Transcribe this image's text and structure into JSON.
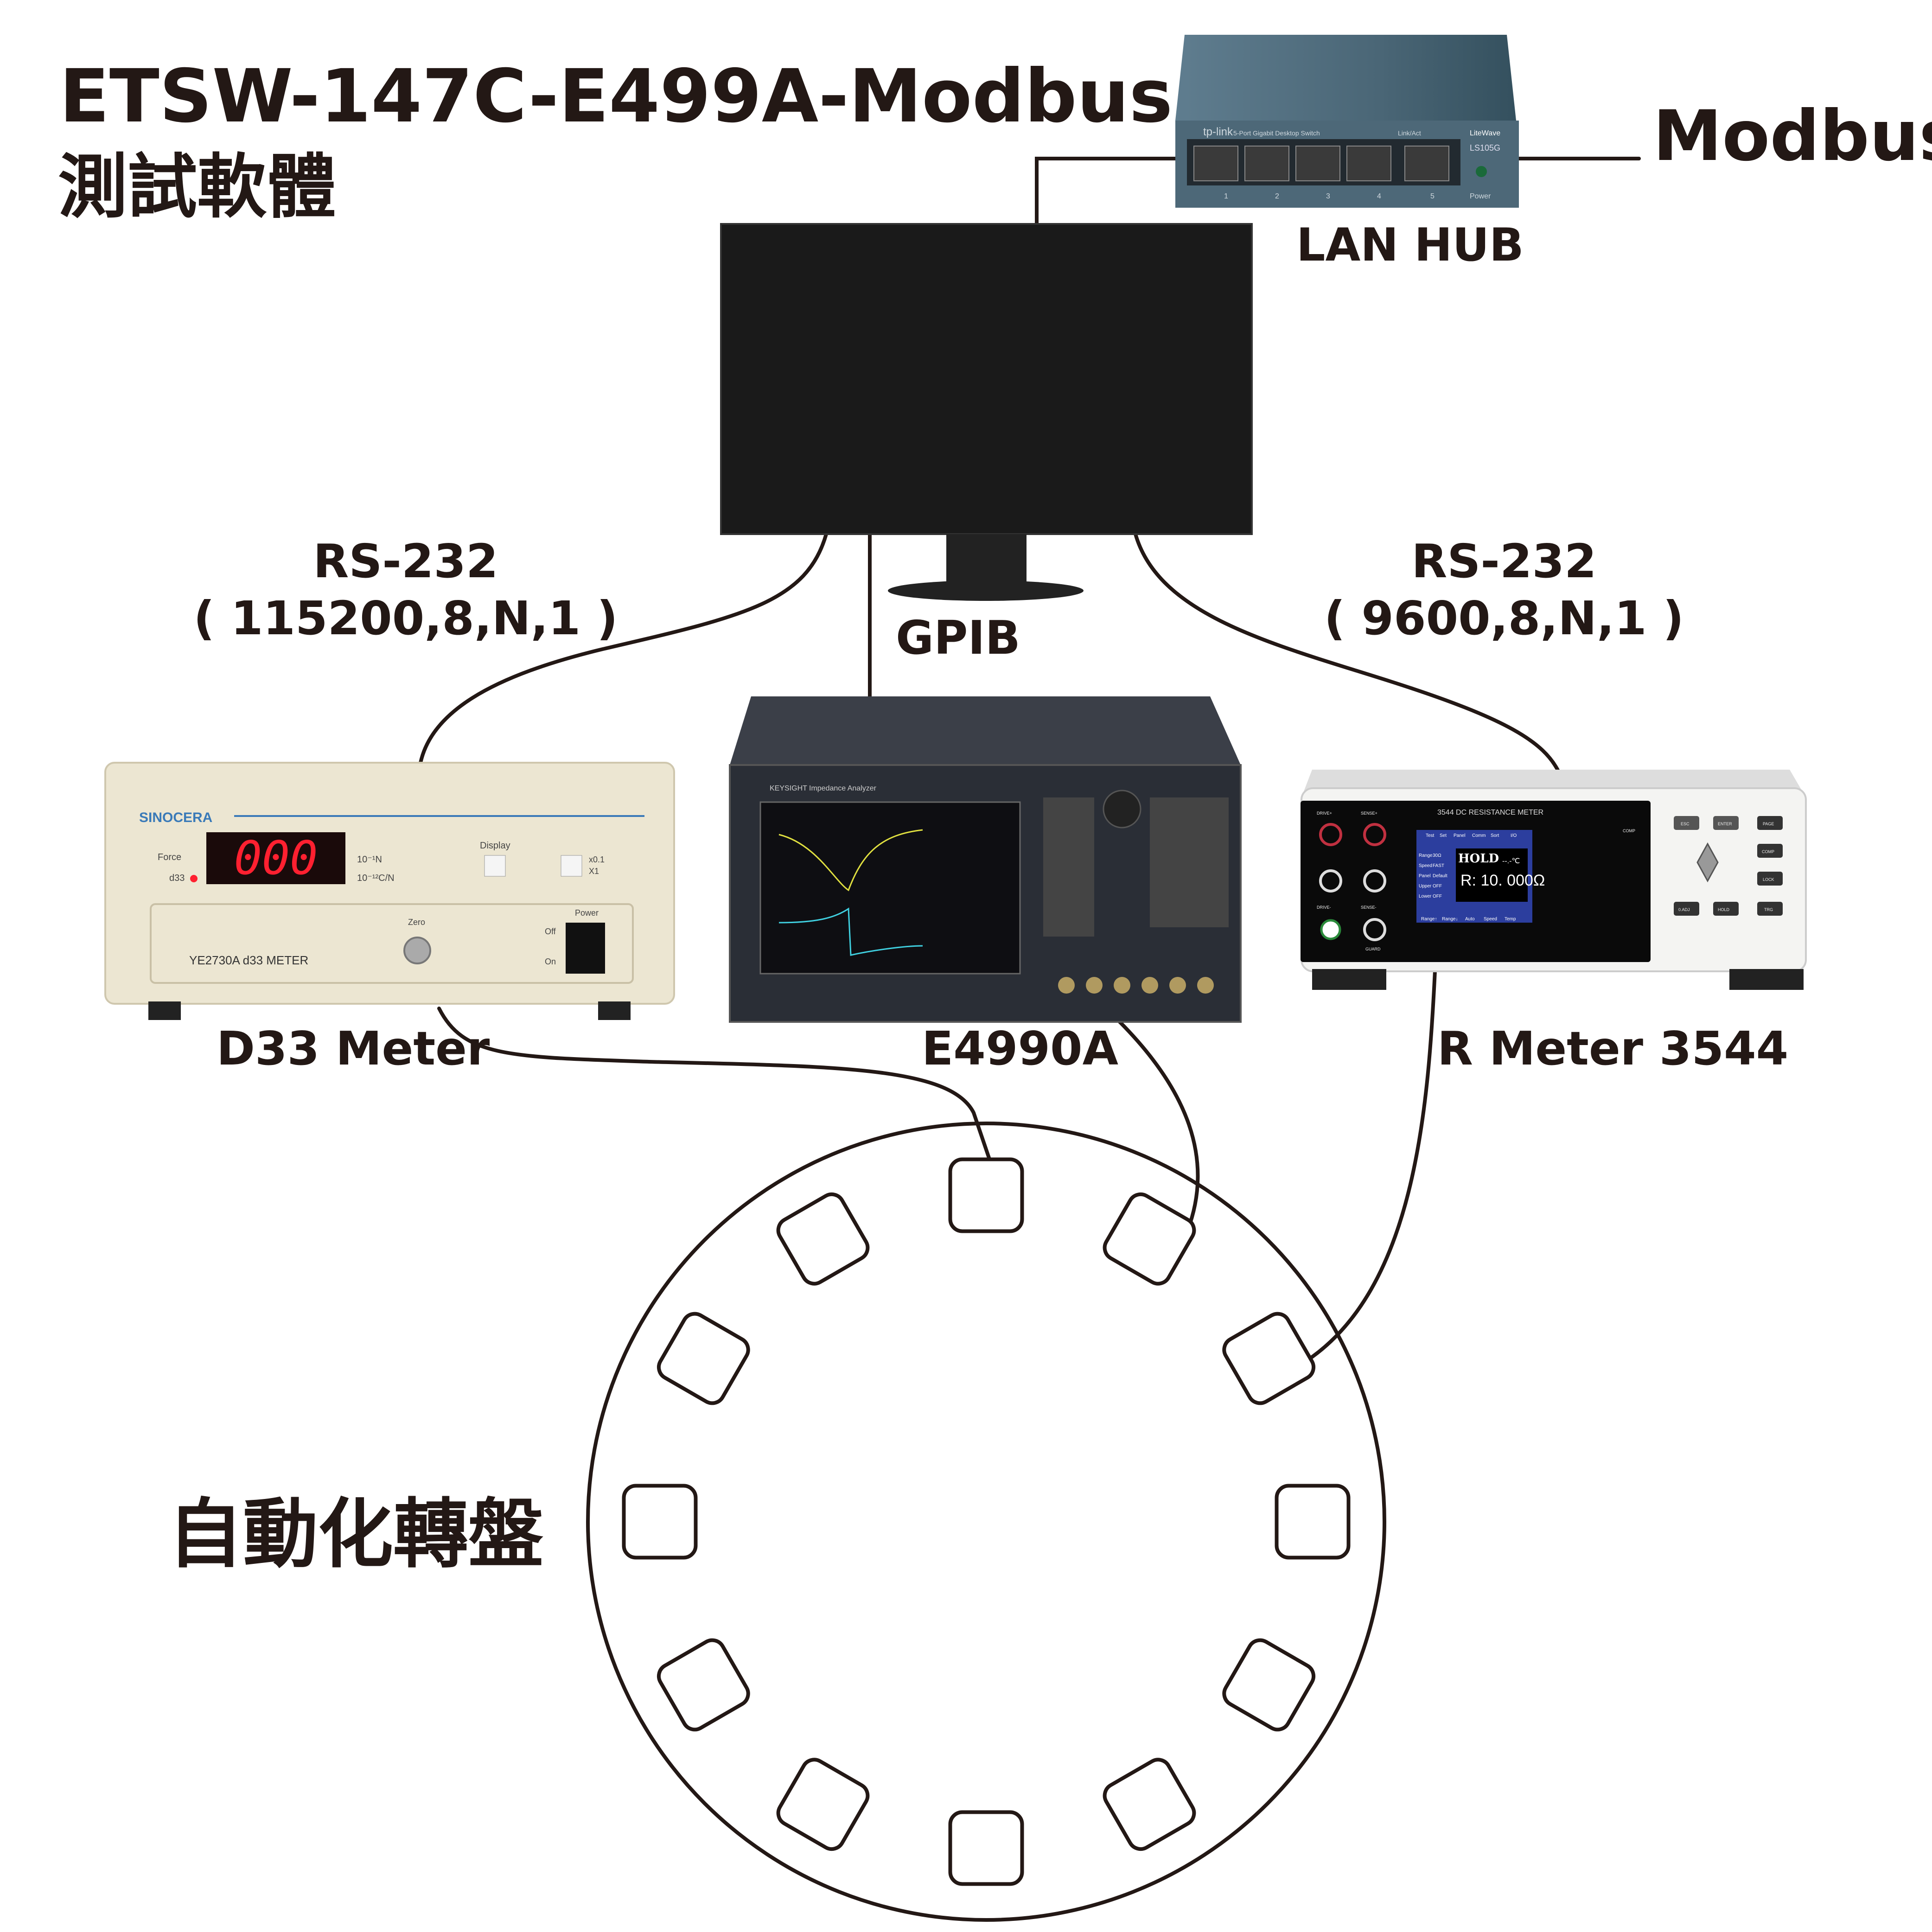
{
  "title": {
    "line1": "ETSW-147C-E499A-Modbus",
    "line2": "測試軟體"
  },
  "labels": {
    "modbus": "Modbus",
    "lan_hub": "LAN HUB",
    "rs232_left": "RS-232",
    "rs232_left_params": "( 115200,8,N,1 )",
    "rs232_right": "RS-232",
    "rs232_right_params": "( 9600,8,N,1 )",
    "gpib": "GPIB",
    "d33_meter": "D33 Meter",
    "e4990a": "E4990A",
    "r_meter": "R Meter 3544",
    "turntable": "自動化轉盤"
  },
  "switch": {
    "brand": "tp-link",
    "desc": "5-Port Gigabit Desktop Switch",
    "link": "Link/Act",
    "series": "LiteWave",
    "model": "LS105G",
    "ports": [
      "1",
      "2",
      "3",
      "4",
      "5"
    ],
    "power": "Power"
  },
  "d33": {
    "brand": "SINOCERA",
    "display": "000",
    "force": "Force",
    "d33": "d33",
    "unit1": "10⁻¹N",
    "unit2": "10⁻¹²C/N",
    "display_label": "Display",
    "x01": "x0.1",
    "x1": "X1",
    "zero": "Zero",
    "power": "Power",
    "off": "Off",
    "on": "On",
    "model": "YE2730A d33 METER"
  },
  "e4990": {
    "brand": "KEYSIGHT",
    "title": "Impedance Analyzer"
  },
  "rmeter": {
    "title": "3544 DC RESISTANCE METER",
    "tabs": [
      "Test",
      "Set",
      "Panel",
      "Comm",
      "Sort",
      "I/O"
    ],
    "fields": [
      [
        "Range",
        "30Ω"
      ],
      [
        "Speed",
        "FAST"
      ],
      [
        "Panel",
        "Default"
      ],
      [
        "Upper",
        "OFF"
      ],
      [
        "Lower",
        "OFF"
      ]
    ],
    "hold": "HOLD",
    "temp": "--.-℃",
    "reading": "R:  10. 000Ω",
    "fkeys": [
      "Range↑",
      "Range↓",
      "Auto",
      "Speed",
      "Temp"
    ],
    "buttons": [
      "ESC",
      "ENTER",
      "PAGE",
      "COMP",
      "LOCK",
      "0.ADJ",
      "HOLD",
      "TRG"
    ],
    "terminals": [
      "DRIVE+",
      "SENSE+",
      "DRIVE-",
      "SENSE-",
      "GUARD"
    ],
    "comp": "COMP"
  },
  "colors": {
    "ink": "#231815",
    "switch": "#4d6878",
    "led_red": "#ff2030",
    "screen_blue": "#2c3e9e"
  }
}
